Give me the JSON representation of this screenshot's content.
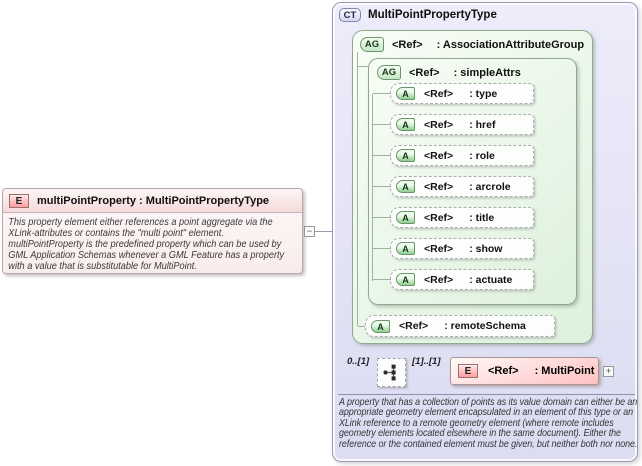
{
  "element_box": {
    "badge": "E",
    "title": "multiPointProperty : MultiPointPropertyType",
    "description": "This property element either references a point aggregate via the XLink-attributes or contains the \"multi point\" element. multiPointProperty is the predefined property which can be used by GML Application Schemas whenever a GML Feature has a property with a value that is substitutable for MultiPoint.",
    "collapse_glyph": "−"
  },
  "complex_type": {
    "badge": "CT",
    "title": "MultiPointPropertyType",
    "association_attribute_group": {
      "badge": "AG",
      "ref": "<Ref>",
      "name": ": AssociationAttributeGroup"
    },
    "simple_attrs": {
      "badge": "AG",
      "ref": "<Ref>",
      "name": ": simpleAttrs",
      "attributes": [
        {
          "badge": "A",
          "ref": "<Ref>",
          "name": ": type"
        },
        {
          "badge": "A",
          "ref": "<Ref>",
          "name": ": href"
        },
        {
          "badge": "A",
          "ref": "<Ref>",
          "name": ": role"
        },
        {
          "badge": "A",
          "ref": "<Ref>",
          "name": ": arcrole"
        },
        {
          "badge": "A",
          "ref": "<Ref>",
          "name": ": title"
        },
        {
          "badge": "A",
          "ref": "<Ref>",
          "name": ": show"
        },
        {
          "badge": "A",
          "ref": "<Ref>",
          "name": ": actuate"
        }
      ]
    },
    "remote_schema": {
      "badge": "A",
      "ref": "<Ref>",
      "name": ": remoteSchema"
    },
    "sequence": {
      "occurs_before": "0..[1]",
      "occurs_after": "[1]..[1]",
      "element": {
        "badge": "E",
        "ref": "<Ref>",
        "name": ": MultiPoint"
      },
      "expand_glyph": "+"
    },
    "annotation": "A property that has a collection of points as its value domain can either be an appropriate geometry element encapsulated in an element of this type or an XLink reference to a remote geometry element (where remote includes geometry elements located elsewhere in the same document). Either the reference or the contained element must be given, but neither both nor none."
  },
  "colors": {
    "complex_type_bg": "#e4e4f6",
    "group_bg": "#e8f6e4",
    "element_bg": "#fbdede",
    "badge_green": "#8ed08e",
    "badge_pink": "#ff9c9c",
    "connector": "#9a9aae"
  }
}
